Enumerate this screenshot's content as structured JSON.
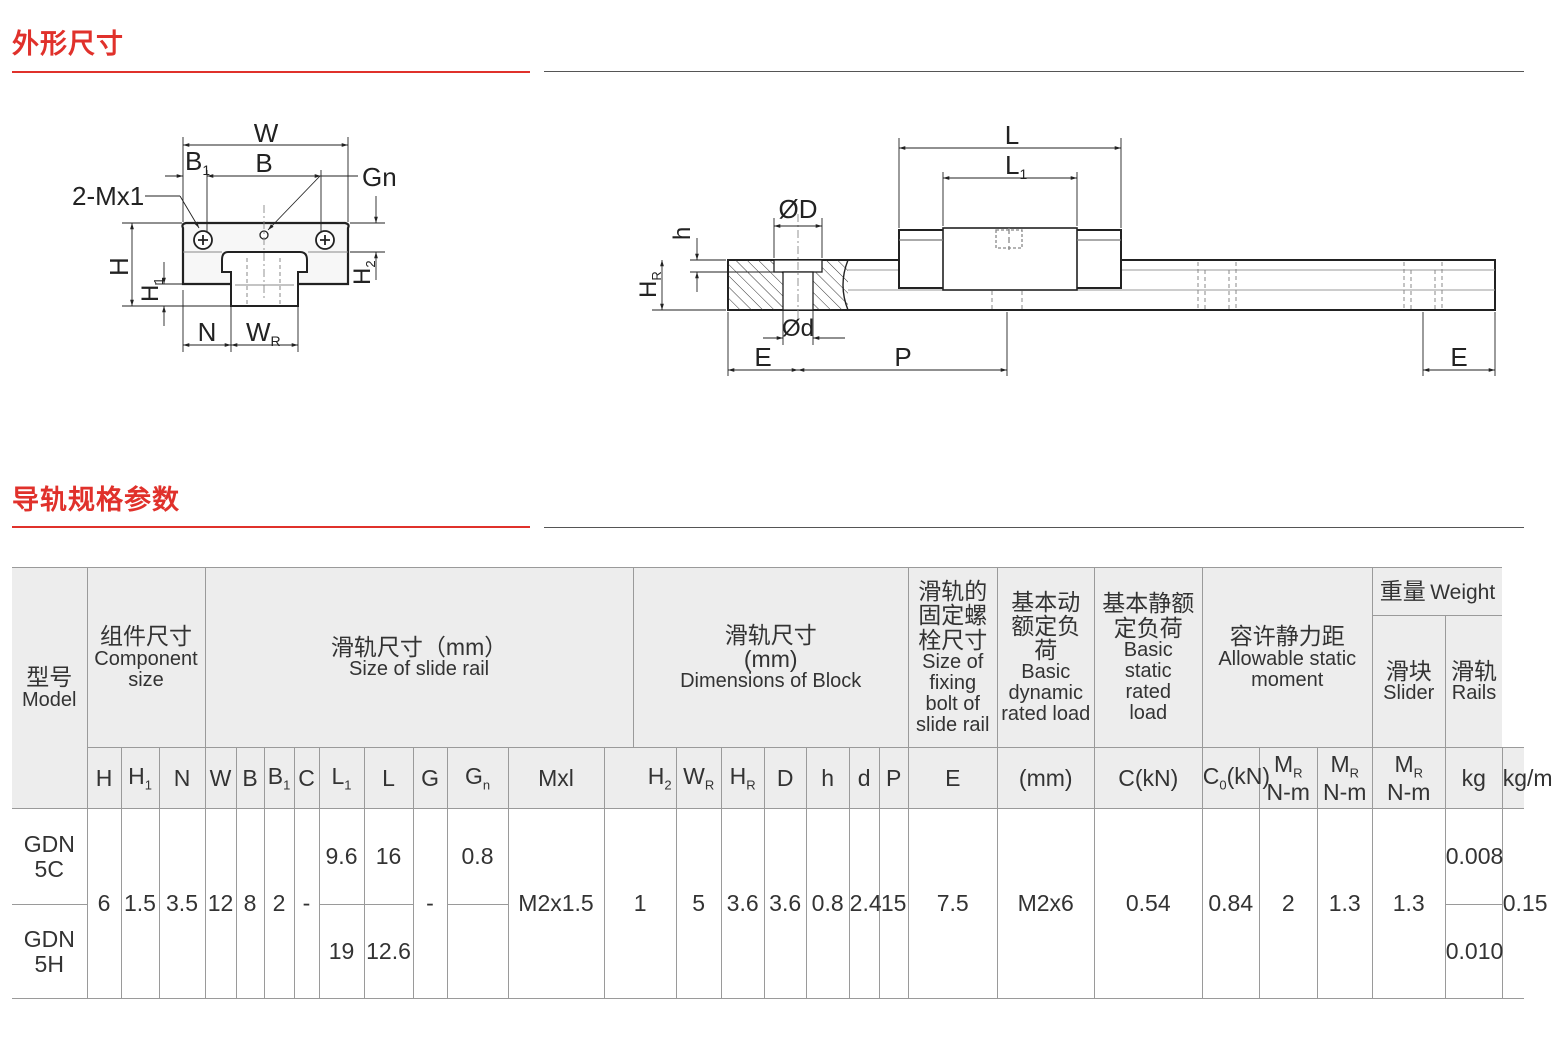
{
  "sections": {
    "outline_title": "外形尺寸",
    "spec_title": "导轨规格参数"
  },
  "drawing_labels": {
    "W": "W",
    "B1": "B",
    "B": "B",
    "Gn": "Gn",
    "Mx1": "2-Mx1",
    "H": "H",
    "H1": "H",
    "H2": "H",
    "N": "N",
    "WR": "W",
    "L": "L",
    "L1": "L",
    "OD": "ØD",
    "h": "h",
    "HR": "H",
    "Od": "Ød",
    "E_left": "E",
    "P": "P",
    "E_right": "E",
    "sub1": "1",
    "sub2": "2",
    "subR": "R"
  },
  "table": {
    "header": {
      "model_cn": "型号",
      "model_en": "Model",
      "component_cn": "组件尺寸",
      "component_en1": "Component",
      "component_en2": "size",
      "rail_cn": "滑轨尺寸（mm）",
      "rail_en": "Size of slide rail",
      "block_cn1": "滑轨尺寸",
      "block_cn2": "(mm)",
      "block_en": "Dimensions of Block",
      "bolt_cn1": "滑轨的",
      "bolt_cn2": "固定螺",
      "bolt_cn3": "栓尺寸",
      "bolt_en1": "Size of",
      "bolt_en2": "fixing",
      "bolt_en3": "bolt of",
      "bolt_en4": "slide rail",
      "dyn_cn1": "基本动",
      "dyn_cn2": "额定负",
      "dyn_cn3": "荷",
      "dyn_en1": "Basic",
      "dyn_en2": "dynamic",
      "dyn_en3": "rated load",
      "stat_cn1": "基本静额",
      "stat_cn2": "定负荷",
      "stat_en1": "Basic",
      "stat_en2": "static",
      "stat_en3": "rated",
      "stat_en4": "load",
      "moment_cn": "容许静力距",
      "moment_en1": "Allowable static",
      "moment_en2": "moment",
      "weight_cn": "重量",
      "weight_en": "Weight",
      "slider_cn": "滑块",
      "slider_en": "Slider",
      "rails_cn": "滑轨",
      "rails_en": "Rails",
      "sym": {
        "H": "H",
        "H1": "H",
        "N": "N",
        "W": "W",
        "B": "B",
        "B1": "B",
        "C": "C",
        "L1": "L",
        "L": "L",
        "G": "G",
        "Gn": "G",
        "Mxl": "Mxl",
        "H2": "H",
        "WR": "W",
        "HR": "H",
        "D": "D",
        "h": "h",
        "d": "d",
        "P": "P",
        "E": "E",
        "mm": "(mm)",
        "CkN": "C(kN)",
        "C0": "C",
        "C0_tail": "(kN)",
        "MR": "M",
        "Nm": "N-m",
        "kg": "kg",
        "kgm": "kg/m",
        "s1": "1",
        "s2": "2",
        "sR": "R",
        "sn": "n",
        "s0": "0"
      }
    },
    "rows": [
      {
        "model1": "GDN",
        "model2": "5C",
        "L1": "9.6",
        "L": "16",
        "Gn": "0.8",
        "slider": "0.008"
      },
      {
        "model1": "GDN",
        "model2": "5H",
        "L1": "19",
        "L": "12.6",
        "slider": "0.010"
      }
    ],
    "shared": {
      "H": "6",
      "H1": "1.5",
      "N": "3.5",
      "W": "12",
      "B": "8",
      "B1": "2",
      "C": "-",
      "G": "-",
      "Mxl": "M2x1.5",
      "H2": "1",
      "WR": "5",
      "HR": "3.6",
      "D": "3.6",
      "h": "0.8",
      "d": "2.4",
      "P": "15",
      "E": "7.5",
      "mm": "M2x6",
      "CkN": "0.54",
      "C0": "0.84",
      "MR1": "2",
      "MR2": "1.3",
      "MR3": "1.3",
      "rails": "0.15"
    }
  }
}
